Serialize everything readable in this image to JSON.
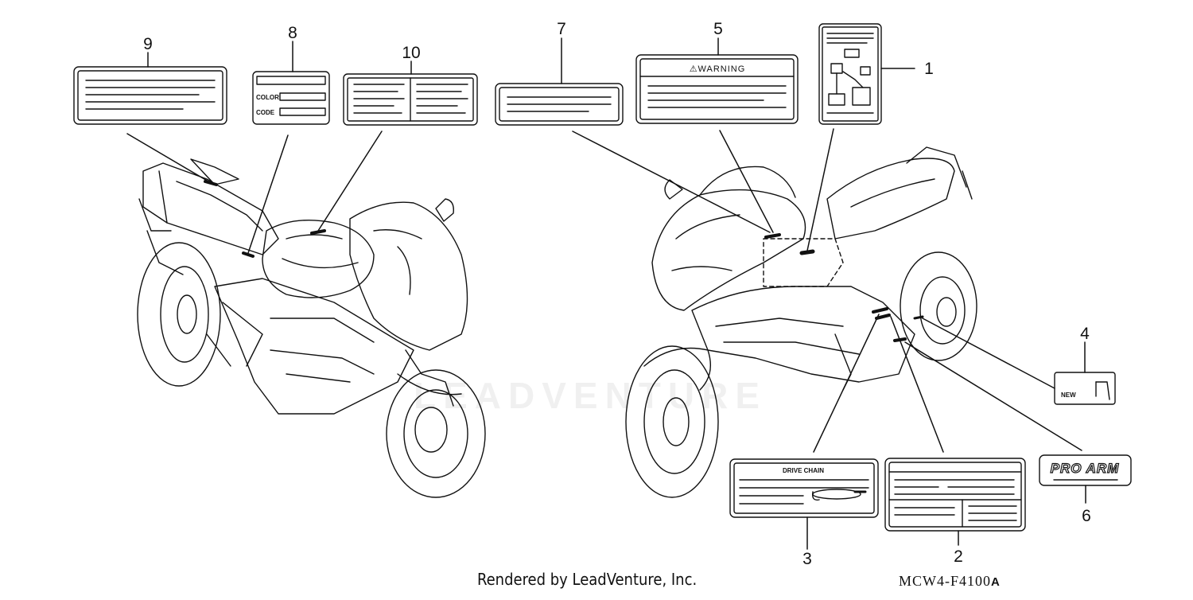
{
  "callouts": {
    "c1": "1",
    "c2": "2",
    "c3": "3",
    "c4": "4",
    "c5": "5",
    "c6": "6",
    "c7": "7",
    "c8": "8",
    "c9": "9",
    "c10": "10"
  },
  "labels": {
    "warning": "⚠WARNING",
    "color": "COLOR",
    "code": "CODE",
    "drive_chain": "DRIVE  CHAIN",
    "new": "NEW",
    "pro_arm": "PRO ARM"
  },
  "footer": {
    "credit": "Rendered by LeadVenture, Inc.",
    "diagram_code": "MCW4-F4100",
    "diagram_code_suffix": "A"
  },
  "watermark": "LEADVENTURE",
  "colors": {
    "ink": "#111111",
    "watermark": "#e6e6e6"
  }
}
